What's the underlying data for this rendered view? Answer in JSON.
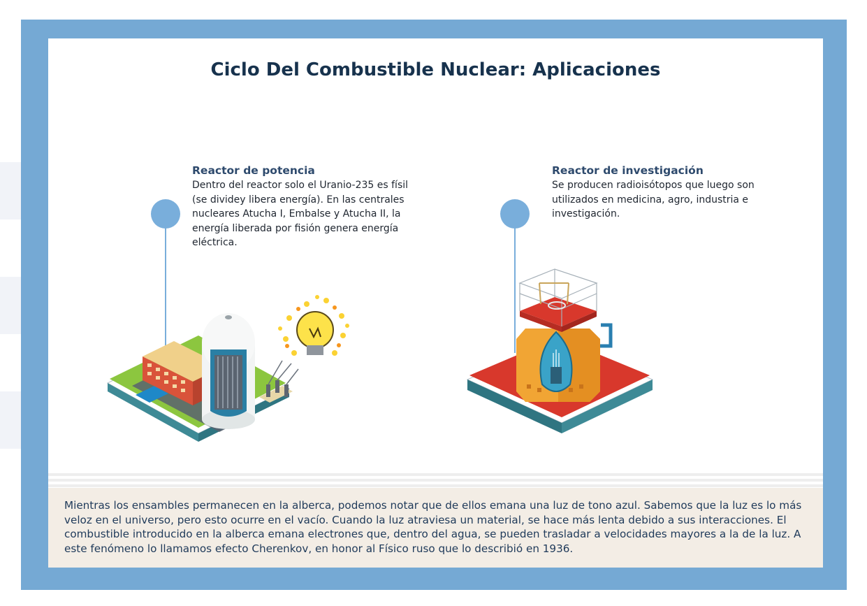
{
  "title": "Ciclo Del Combustible Nuclear: Aplicaciones",
  "sections": [
    {
      "heading": "Reactor de potencia",
      "body": "Dentro del reactor solo el Uranio-235 es físil (se dividey libera energía). En las centrales nucleares Atucha I, Embalse y Atucha II, la energía liberada por fisión genera energía eléctrica.",
      "illustration": "nuclear-power-plant-with-lightbulb"
    },
    {
      "heading": "Reactor de investigación",
      "body": "Se producen radioisótopos que luego son utilizados en medicina, agro, industria e investigación.",
      "illustration": "research-reactor"
    }
  ],
  "footer": {
    "text": "Mientras los ensambles permanecen en la alberca, podemos notar que de ellos emana una luz de tono azul. Sabemos que la luz es lo más veloz en el universo, pero esto ocurre en el vacío. Cuando la luz atraviesa un material, se hace más lenta debido a sus interacciones. El combustible introducido en la alberca emana electrones que, dentro del agua, se pueden trasladar a velocidades mayores a la de la luz. A este fenómeno lo llamamos efecto Cherenkov, en honor al Físico ruso que lo describió en 1936."
  },
  "colors": {
    "frame": "#75a9d4",
    "accent_dot": "#79aedb",
    "title": "#17324d",
    "footer_bg": "#f3ede5"
  }
}
